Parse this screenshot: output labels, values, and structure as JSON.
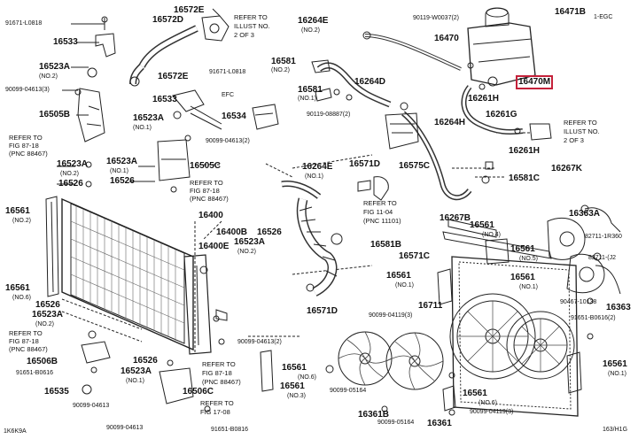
{
  "diagram": {
    "highlight_color": "#c4213a",
    "labels": {
      "p91671_l0818_a": "91671-L0818",
      "p16572e_top": "16572E",
      "p16533_a": "16533",
      "p16572d": "16572D",
      "refer_a1": "REFER TO",
      "refer_a2": "ILLUST NO.",
      "refer_a3": "2 OF 3",
      "p16264e_top": "16264E",
      "no2_a": "(NO.2)",
      "p90119_w0037": "90119-W0037(2)",
      "p16471b": "16471B",
      "p16470": "16470",
      "ex_egc": "1-EGC",
      "p16523a_a": "16523A",
      "no2_b": "(NO.2)",
      "p16572e_mid": "16572E",
      "p91671_l0818_b": "91671-L0818",
      "p16581_a": "16581",
      "no2_c": "(NO.2)",
      "p90099_04613_3": "90099-04613(3)",
      "p16264d": "16264D",
      "p16470m": "16470M",
      "p16505b": "16505B",
      "p16533_b": "16533",
      "efc": "EFC",
      "p16581_b": "16581",
      "no1_a": "(NO.1)",
      "p16534": "16534",
      "p90119_08887": "90119-08887(2)",
      "p16261h_a": "16261H",
      "p16523a_b": "16523A",
      "no1_b": "(NO.1)",
      "p16264h": "16264H",
      "p16261g": "16261G",
      "refer_b1": "REFER TO",
      "refer_b2": "ILLUST NO.",
      "refer_b3": "2 OF 3",
      "refer_c1": "REFER TO",
      "refer_c2": "FIG 87-18",
      "refer_c3": "(PNC 88467)",
      "p90099_04613_b": "90099-04613(2)",
      "p16261h_b": "16261H",
      "p16523a_c": "16523A",
      "no2_d": "(NO.2)",
      "p16523a_d": "16523A",
      "no1_c": "(NO.1)",
      "p16505c": "16505C",
      "p16264e_mid": "16264E",
      "no1_d": "(NO.1)",
      "p16571d_a": "16571D",
      "p16575c": "16575C",
      "p16267k": "16267K",
      "p16526_a": "16526",
      "p16526_b": "16526",
      "refer_d1": "REFER TO",
      "refer_d2": "FIG 87-18",
      "refer_d3": "(PNC 88467)",
      "p16581c": "16581C",
      "p16561_a": "16561",
      "no2_e": "(NO.2)",
      "p16400": "16400",
      "refer_e1": "REFER TO",
      "refer_e2": "FIG 11-04",
      "refer_e3": "(PNC 11101)",
      "p16267b": "16267B",
      "p16363a": "16363A",
      "p16400b": "16400B",
      "p16526_c": "16526",
      "p16523a_e": "16523A",
      "no2_f": "(NO.2)",
      "p16400e": "16400E",
      "p16561_b": "16561",
      "no4": "(NO.4)",
      "p82711_1r360": "82711-1R360",
      "p16581b": "16581B",
      "p16571c": "16571C",
      "p16561_c": "16561",
      "no5": "(NO.5)",
      "p82711_02": "82711-(J2",
      "p16561_d": "16561",
      "no1_e": "(NO.1)",
      "p16561_e": "16561",
      "no6": "(NO.6)",
      "p16561_f": "16561",
      "no1_f": "(NO.1)",
      "p90467_10138": "90467-10138",
      "p16526_d": "16526",
      "p16711": "16711",
      "p16363": "16363",
      "p16523a_f": "16523A",
      "no2_g": "(NO.2)",
      "p16571d_b": "16571D",
      "p90099_04119_a": "90099-04119(3)",
      "p91651_b0616": "91651-B0616(2)",
      "refer_f1": "REFER TO",
      "refer_f2": "FIG 87-18",
      "refer_f3": "(PNC 88467)",
      "p90099_04613_c": "90099-04613(2)",
      "p16506b": "16506B",
      "p16526_e": "16526",
      "p16561_g": "16561",
      "no6_b": "(NO.6)",
      "p16561_h": "16561",
      "no1_g": "(NO.1)",
      "p91651_b0616_b": "91651-B0616",
      "p16523a_g": "16523A",
      "no1_h": "(NO.1)",
      "refer_g1": "REFER TO",
      "refer_g2": "FIG 87-18",
      "refer_g3": "(PNC 88467)",
      "p16561_i": "16561",
      "no3": "(NO.3)",
      "p16535": "16535",
      "p16506c": "16506C",
      "p90099_05164_a": "90099-05164",
      "p16561_j": "16561",
      "no6_c": "(NO.6)",
      "p90099_04613_d": "90099-04613",
      "refer_h1": "REFER TO",
      "refer_h2": "FIG 17-08",
      "p16361b": "16361B",
      "p90099_05164_b": "90099-05164",
      "p90099_04119_b": "90099-04119(3)",
      "p16361": "16361",
      "p90099_04613_e": "90099-04613",
      "p91651_b0816": "91651-B0816",
      "code_left": "1K6K9A",
      "code_right": "163/H1G"
    }
  }
}
